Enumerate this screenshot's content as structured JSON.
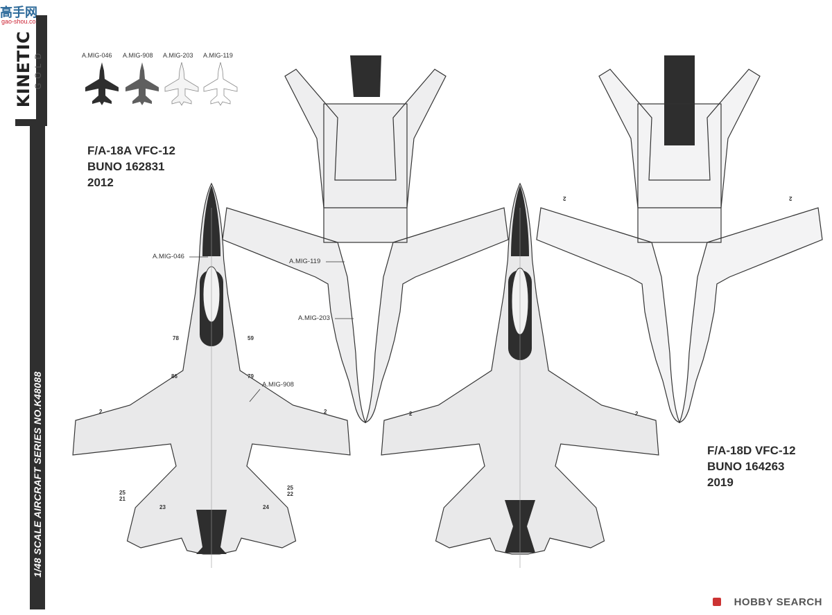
{
  "watermark": {
    "text": "高手网",
    "sub": "gao-shou.com"
  },
  "brand": {
    "name": "KINETIC",
    "line": "GOLD"
  },
  "spine": {
    "text": "1/48 SCALE AIRCRAFT SERIES NO.K48088"
  },
  "swatches": [
    {
      "label": "A.MIG-046",
      "color": "#2e2e2e"
    },
    {
      "label": "A.MIG-908",
      "color": "#5f5f5f"
    },
    {
      "label": "A.MIG-203",
      "color": "#e9e9ea"
    },
    {
      "label": "A.MIG-119",
      "color": "#ffffff"
    }
  ],
  "titles": {
    "a": {
      "line1": "F/A-18A VFC-12",
      "line2": "BUNO 162831",
      "line3": "2012"
    },
    "d": {
      "line1": "F/A-18D VFC-12",
      "line2": "BUNO 164263",
      "line3": "2019"
    }
  },
  "callouts": {
    "mig046": "A.MIG-046",
    "mig908": "A.MIG-908",
    "mig119": "A.MIG-119",
    "mig203": "A.MIG-203"
  },
  "decal_numbers": {
    "n78": "78",
    "n59": "59",
    "n86": "86",
    "n79": "79",
    "n2a": "2",
    "n2b": "2",
    "n2c": "2",
    "n2d": "2",
    "n2e": "2",
    "n2f": "2",
    "n25a": "25",
    "n21": "21",
    "n25b": "25",
    "n22": "22",
    "n23": "23",
    "n24": "24"
  },
  "credit": {
    "text": "HOBBY SEARCH"
  },
  "colors": {
    "dark": "#5f5f5f",
    "light": "#e9e9ea",
    "black": "#2e2e2e",
    "line": "#333333"
  }
}
